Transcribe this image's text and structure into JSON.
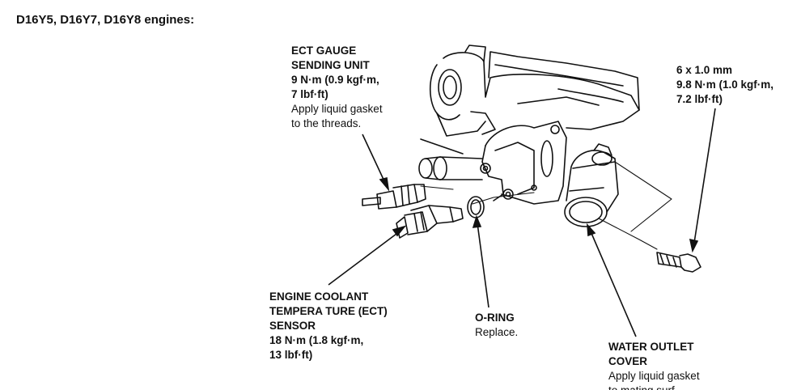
{
  "heading": "D16Y5, D16Y7, D16Y8 engines:",
  "labels": {
    "ect_gauge": {
      "title_lines": [
        "ECT GAUGE",
        "SENDING UNIT"
      ],
      "torque_lines": [
        "9 N·m (0.9 kgf·m,",
        "7 lbf·ft)"
      ],
      "note_lines": [
        "Apply liquid gasket",
        "to the threads."
      ]
    },
    "bolt": {
      "spec_lines": [
        "6 x 1.0 mm",
        "9.8 N·m (1.0 kgf·m,",
        "7.2 lbf·ft)"
      ]
    },
    "ect_sensor": {
      "title_lines": [
        "ENGINE COOLANT",
        "TEMPERA TURE (ECT)",
        "SENSOR"
      ],
      "torque_lines": [
        "18 N·m (1.8 kgf·m,",
        "13 lbf·ft)"
      ]
    },
    "o_ring": {
      "title": "O-RING",
      "note": "Replace."
    },
    "water_outlet": {
      "title_lines": [
        "WATER OUTLET",
        "COVER"
      ],
      "note_lines": [
        "Apply liquid gasket",
        "to mating surf"
      ]
    }
  }
}
